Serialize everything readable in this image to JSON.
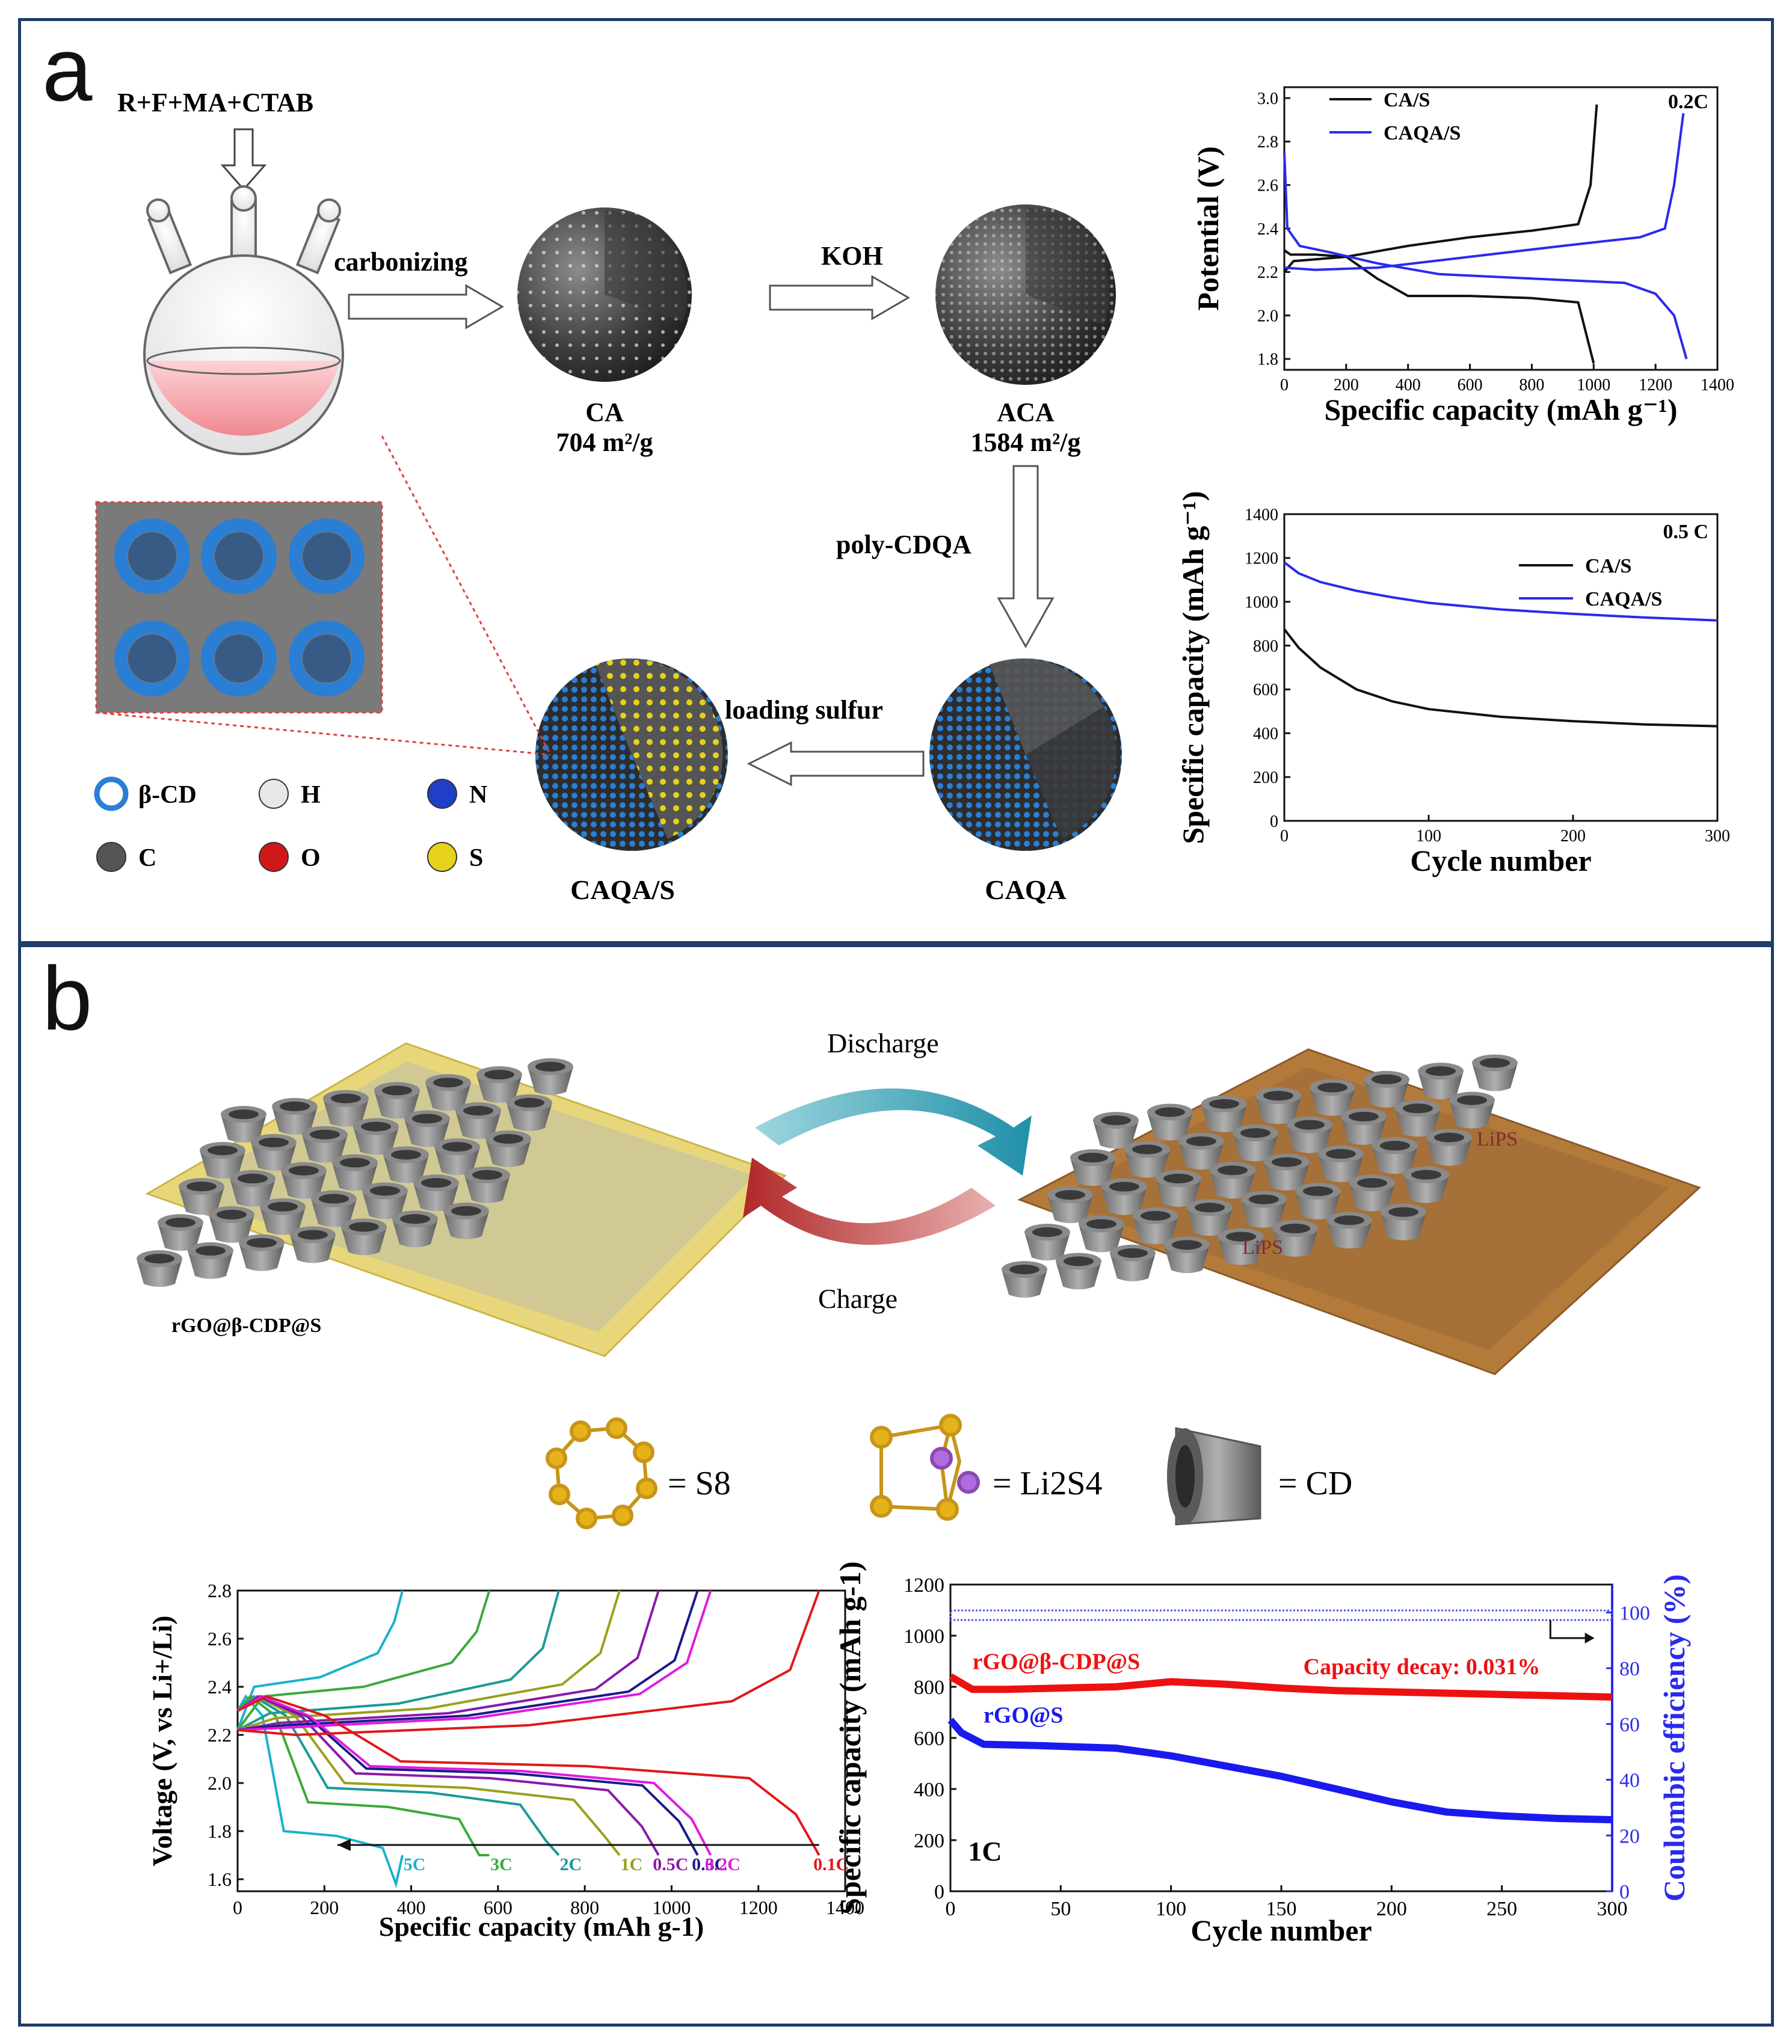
{
  "panel_a": {
    "letter": "a",
    "reagents": "R+F+MA+CTAB",
    "step_carbonizing": "carbonizing",
    "step_koh": "KOH",
    "step_poly": "poly-CDQA",
    "step_loading": "loading sulfur",
    "ca_label": "CA",
    "ca_area": "704 m²/g",
    "aca_label": "ACA",
    "aca_area": "1584 m²/g",
    "caqa_label": "CAQA",
    "caqas_label": "CAQA/S",
    "legend": [
      {
        "symbol": "β-CD",
        "color": "#2a7fd4",
        "kind": "ring"
      },
      {
        "symbol": "H",
        "color": "#e8e8e8",
        "kind": "ball"
      },
      {
        "symbol": "N",
        "color": "#1f3fc8",
        "kind": "ball"
      },
      {
        "symbol": "C",
        "color": "#555555",
        "kind": "ball"
      },
      {
        "symbol": "O",
        "color": "#d01818",
        "kind": "ball"
      },
      {
        "symbol": "S",
        "color": "#e6d21a",
        "kind": "ball"
      }
    ]
  },
  "panel_b": {
    "letter": "b",
    "discharge": "Discharge",
    "charge": "Charge",
    "electrode_label": "rGO@β-CDP@S",
    "lips_1": "LiPS",
    "lips_2": "LiPS",
    "key_s8": "= S8",
    "key_li2s4": "= Li2S4",
    "key_cd": "= CD"
  },
  "chart_data": [
    {
      "id": "a-voltage",
      "type": "line",
      "xlabel": "Specific capacity (mAh g⁻¹)",
      "ylabel": "Potential (V)",
      "xlim": [
        0,
        1400
      ],
      "ylim": [
        1.75,
        3.05
      ],
      "xticks": [
        0,
        200,
        400,
        600,
        800,
        1000,
        1200,
        1400
      ],
      "yticks": [
        1.8,
        2.0,
        2.2,
        2.4,
        2.6,
        2.8,
        3.0
      ],
      "annotation": "0.2C",
      "legend_position": "top-left",
      "series": [
        {
          "name": "CA/S",
          "color": "#111111",
          "points": [
            [
              [
                0,
                2.3
              ],
              [
                20,
                2.28
              ],
              [
                100,
                2.28
              ],
              [
                200,
                2.27
              ],
              [
                300,
                2.17
              ],
              [
                400,
                2.09
              ],
              [
                600,
                2.09
              ],
              [
                800,
                2.08
              ],
              [
                950,
                2.06
              ],
              [
                1000,
                1.78
              ]
            ],
            [
              [
                0,
                2.2
              ],
              [
                30,
                2.25
              ],
              [
                200,
                2.27
              ],
              [
                400,
                2.32
              ],
              [
                600,
                2.36
              ],
              [
                800,
                2.39
              ],
              [
                950,
                2.42
              ],
              [
                990,
                2.6
              ],
              [
                1010,
                2.97
              ]
            ]
          ]
        },
        {
          "name": "CAQA/S",
          "color": "#2a2aee",
          "points": [
            [
              [
                0,
                2.75
              ],
              [
                10,
                2.4
              ],
              [
                50,
                2.32
              ],
              [
                150,
                2.29
              ],
              [
                300,
                2.24
              ],
              [
                500,
                2.19
              ],
              [
                800,
                2.17
              ],
              [
                1100,
                2.15
              ],
              [
                1200,
                2.1
              ],
              [
                1260,
                2.0
              ],
              [
                1300,
                1.8
              ]
            ],
            [
              [
                0,
                2.22
              ],
              [
                100,
                2.21
              ],
              [
                300,
                2.22
              ],
              [
                600,
                2.27
              ],
              [
                900,
                2.32
              ],
              [
                1150,
                2.36
              ],
              [
                1230,
                2.4
              ],
              [
                1260,
                2.6
              ],
              [
                1290,
                2.93
              ]
            ]
          ]
        }
      ]
    },
    {
      "id": "a-cycling",
      "type": "line",
      "xlabel": "Cycle number",
      "ylabel": "Specific capacity (mAh g⁻¹)",
      "xlim": [
        0,
        300
      ],
      "ylim": [
        0,
        1400
      ],
      "xticks": [
        0,
        100,
        200,
        300
      ],
      "yticks": [
        0,
        200,
        400,
        600,
        800,
        1000,
        1200,
        1400
      ],
      "annotation": "0.5 C",
      "legend_position": "top-right",
      "series": [
        {
          "name": "CA/S",
          "color": "#111111",
          "points": [
            [
              [
                0,
                875
              ],
              [
                10,
                790
              ],
              [
                25,
                700
              ],
              [
                50,
                600
              ],
              [
                75,
                545
              ],
              [
                100,
                510
              ],
              [
                150,
                475
              ],
              [
                200,
                455
              ],
              [
                250,
                440
              ],
              [
                300,
                432
              ]
            ]
          ]
        },
        {
          "name": "CAQA/S",
          "color": "#2a2aee",
          "points": [
            [
              [
                0,
                1180
              ],
              [
                10,
                1130
              ],
              [
                25,
                1090
              ],
              [
                50,
                1050
              ],
              [
                75,
                1020
              ],
              [
                100,
                995
              ],
              [
                150,
                965
              ],
              [
                200,
                945
              ],
              [
                250,
                928
              ],
              [
                300,
                915
              ]
            ]
          ]
        }
      ]
    },
    {
      "id": "b-rate",
      "type": "line",
      "xlabel": "Specific capacity (mAh g-1)",
      "ylabel": "Voltage (V, vs Li+/Li)",
      "xlim": [
        0,
        1400
      ],
      "ylim": [
        1.55,
        2.8
      ],
      "xticks": [
        0,
        200,
        400,
        600,
        800,
        1000,
        1200,
        1400
      ],
      "yticks": [
        1.6,
        1.8,
        2.0,
        2.2,
        2.4,
        2.6,
        2.8
      ],
      "series": [
        {
          "name": "5C",
          "color": "#1ab2cc",
          "cap": 380,
          "dis_plateau": 1.78,
          "ch_plateau": 2.42
        },
        {
          "name": "3C",
          "color": "#3aaa3a",
          "cap": 580,
          "dis_plateau": 1.9,
          "ch_plateau": 2.38
        },
        {
          "name": "2C",
          "color": "#1a9a9a",
          "cap": 740,
          "dis_plateau": 1.96,
          "ch_plateau": 2.31
        },
        {
          "name": "1C",
          "color": "#9aa01a",
          "cap": 880,
          "dis_plateau": 1.98,
          "ch_plateau": 2.29
        },
        {
          "name": "0.5C",
          "color": "#8a1aaa",
          "cap": 970,
          "dis_plateau": 2.02,
          "ch_plateau": 2.27
        },
        {
          "name": "0.3C",
          "color": "#1a1a8a",
          "cap": 1060,
          "dis_plateau": 2.04,
          "ch_plateau": 2.26
        },
        {
          "name": "0.2C",
          "color": "#e01ae0",
          "cap": 1090,
          "dis_plateau": 2.05,
          "ch_plateau": 2.25
        },
        {
          "name": "0.1C",
          "color": "#e0181a",
          "cap": 1340,
          "dis_plateau": 2.07,
          "ch_plateau": 2.22
        }
      ]
    },
    {
      "id": "b-cycling",
      "type": "line",
      "xlabel": "Cycle number",
      "ylabel": "Specific capacity (mAh g-1)",
      "y2label": "Coulombic efficiency (%)",
      "xlim": [
        0,
        300
      ],
      "ylim": [
        0,
        1200
      ],
      "y2lim": [
        0,
        110
      ],
      "xticks": [
        0,
        50,
        100,
        150,
        200,
        250,
        300
      ],
      "yticks": [
        0,
        200,
        400,
        600,
        800,
        1000,
        1200
      ],
      "y2ticks": [
        0,
        20,
        40,
        60,
        80,
        100
      ],
      "rate": "1C",
      "annotation": "Capacity decay: 0.031%",
      "series": [
        {
          "name": "rGO@β-CDP@S",
          "color": "#ee1111",
          "points": [
            [
              0,
              840
            ],
            [
              10,
              790
            ],
            [
              25,
              790
            ],
            [
              50,
              795
            ],
            [
              75,
              800
            ],
            [
              100,
              820
            ],
            [
              125,
              810
            ],
            [
              150,
              795
            ],
            [
              175,
              785
            ],
            [
              200,
              780
            ],
            [
              225,
              775
            ],
            [
              250,
              770
            ],
            [
              275,
              765
            ],
            [
              300,
              760
            ]
          ]
        },
        {
          "name": "rGO@S",
          "color": "#1a1aee",
          "points": [
            [
              0,
              670
            ],
            [
              5,
              620
            ],
            [
              15,
              575
            ],
            [
              40,
              570
            ],
            [
              75,
              560
            ],
            [
              100,
              530
            ],
            [
              125,
              490
            ],
            [
              150,
              450
            ],
            [
              175,
              400
            ],
            [
              200,
              350
            ],
            [
              225,
              310
            ],
            [
              250,
              295
            ],
            [
              275,
              285
            ],
            [
              300,
              280
            ]
          ]
        },
        {
          "name": "Coulombic efficiency",
          "color": "#4a5ae0",
          "axis": "right",
          "value": 99
        }
      ]
    }
  ]
}
